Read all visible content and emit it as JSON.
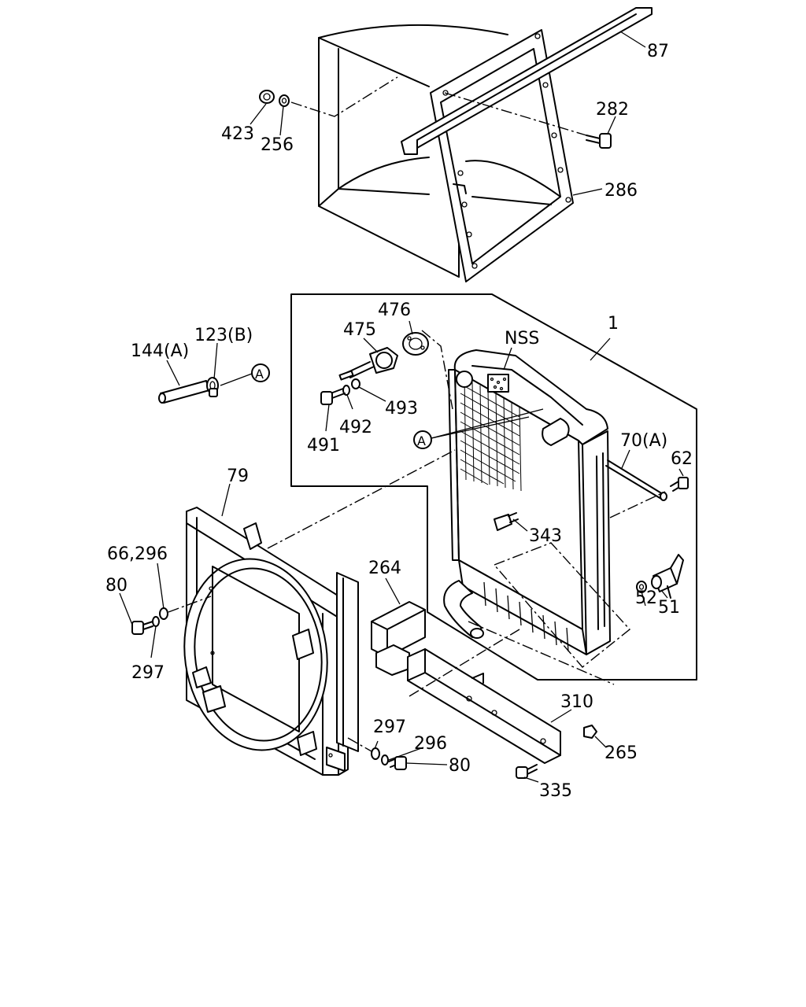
{
  "labels": {
    "l87": "87",
    "l282": "282",
    "l286": "286",
    "l423": "423",
    "l256": "256",
    "l476": "476",
    "l475": "475",
    "l1": "1",
    "lNSS": "NSS",
    "l144a": "144(A)",
    "l123b": "123(B)",
    "lA1": "A",
    "lA2": "A",
    "l493": "493",
    "l492": "492",
    "l491": "491",
    "l70a": "70(A)",
    "l62": "62",
    "l79": "79",
    "l343": "343",
    "l66296": "66,296",
    "l80a": "80",
    "l264": "264",
    "l52": "52",
    "l51": "51",
    "l297a": "297",
    "l310": "310",
    "l297b": "297",
    "l296": "296",
    "l80b": "80",
    "l265": "265",
    "l335": "335"
  }
}
